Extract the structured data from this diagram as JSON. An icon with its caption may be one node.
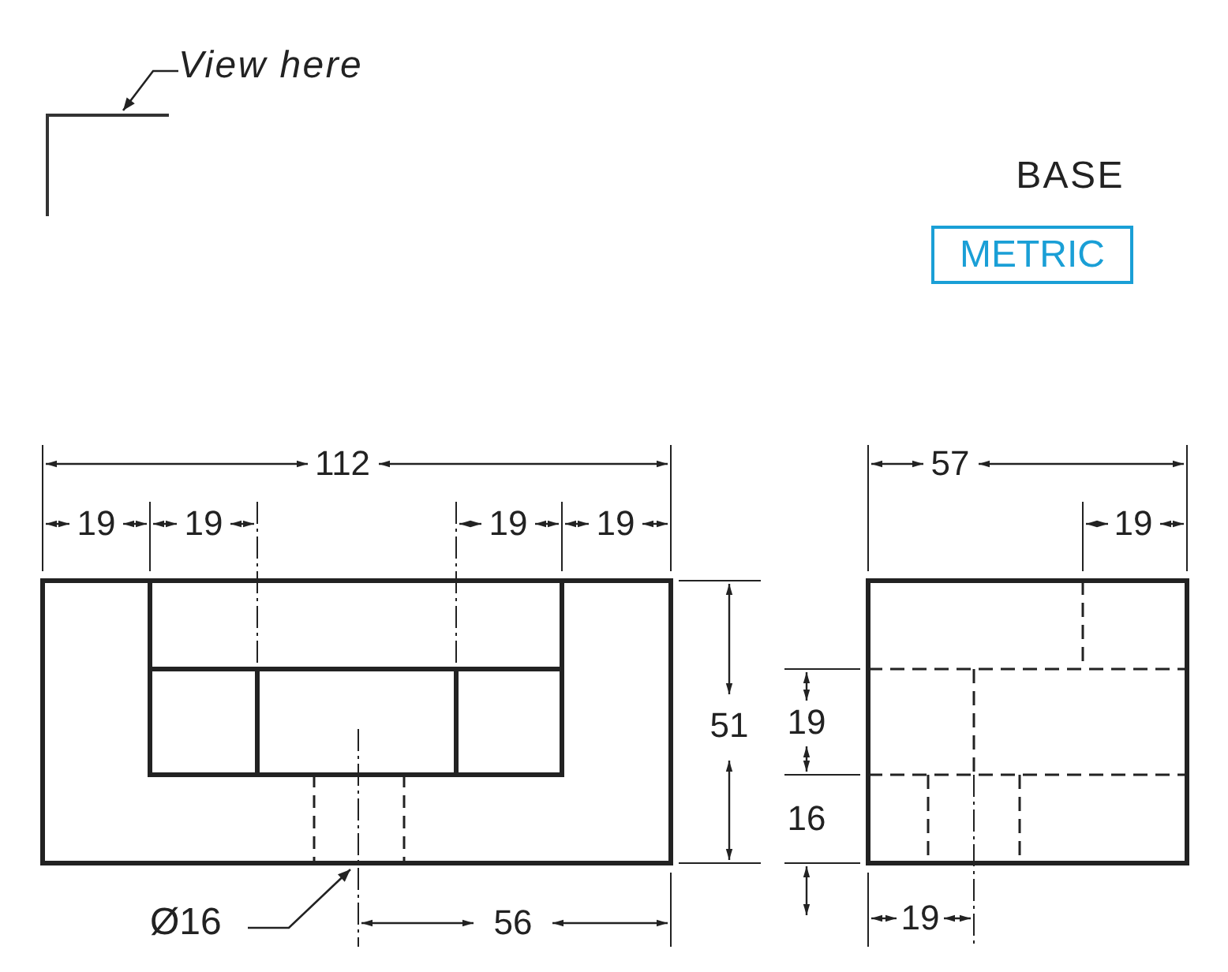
{
  "diagram": {
    "nodes": [
      {
        "text": [
          "View here"
        ]
      },
      {
        "text": [
          "METRIC"
        ]
      },
      {
        "text": [
          "Ø16"
        ]
      }
    ],
    "edges": [
      {
        "from": 0,
        "to": null,
        "arrow": "to"
      },
      {
        "from": 2,
        "to": null,
        "arrow": "to"
      }
    ],
    "labels": [
      "BASE",
      "112",
      "19",
      "19",
      "19",
      "19",
      "57",
      "19",
      "51",
      "19",
      "16",
      "56",
      "19"
    ]
  }
}
